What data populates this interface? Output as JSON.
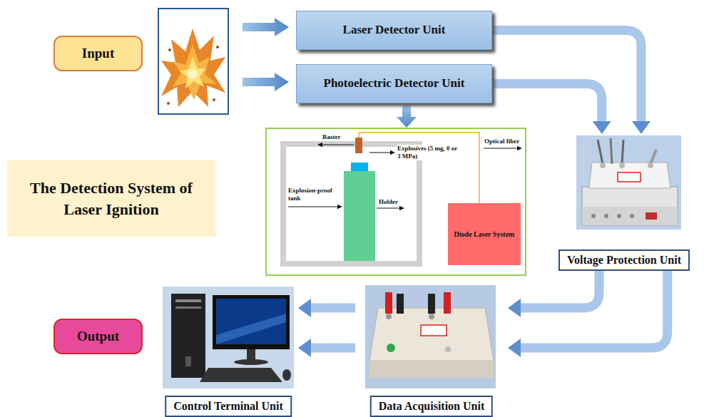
{
  "diagram": {
    "title": "The Detection System of Laser Ignition",
    "nodes": [
      {
        "text": [
          "Input"
        ]
      },
      {
        "text": [
          "Laser Detector Unit"
        ]
      },
      {
        "text": [
          "Photoelectric Detector Unit"
        ]
      },
      {
        "text": [
          "Diode Laser System"
        ]
      },
      {
        "text": [
          "Voltage Protection Unit"
        ]
      },
      {
        "text": [
          "Control Terminal Unit"
        ]
      },
      {
        "text": [
          "Data Acquisition Unit"
        ]
      },
      {
        "text": [
          "Output"
        ]
      }
    ],
    "edges": [
      {
        "from": 1,
        "to": 4,
        "arrow": "to"
      },
      {
        "from": 2,
        "to": 4,
        "arrow": "to"
      },
      {
        "from": 4,
        "to": 6,
        "arrow": "to"
      },
      {
        "from": 4,
        "to": 6,
        "arrow": "to"
      },
      {
        "from": 6,
        "to": 5,
        "arrow": "to"
      },
      {
        "from": 6,
        "to": 5,
        "arrow": "to"
      }
    ],
    "labels": [
      "Raster",
      "Explosives (5 mg, 0 or 3 MPa)",
      "Explosion-proof tank",
      "Holder",
      "Optical fiber"
    ]
  }
}
